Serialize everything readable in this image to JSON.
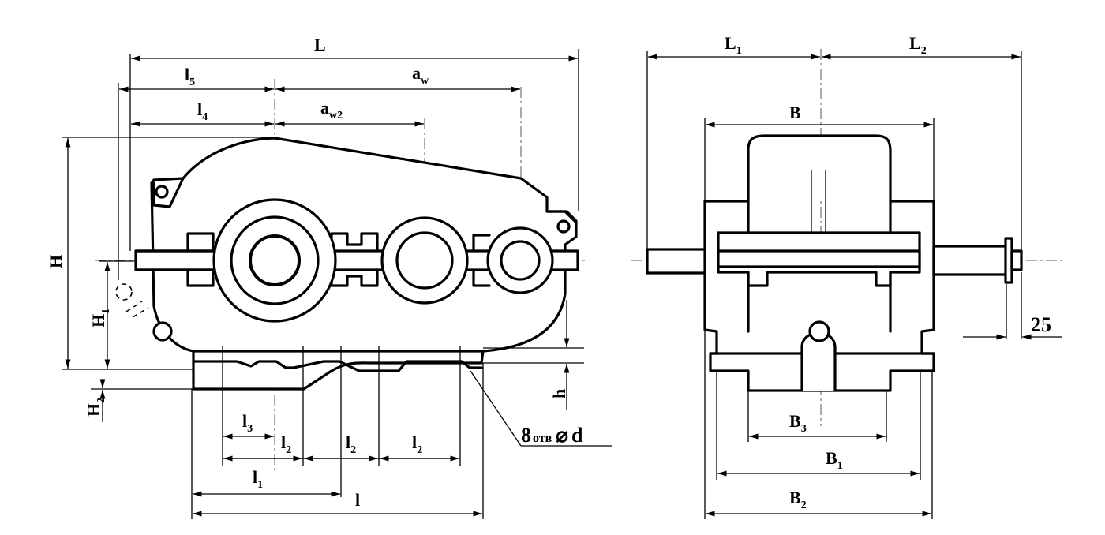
{
  "front_view": {
    "dims": {
      "L": {
        "base": "L",
        "sub": ""
      },
      "l5": {
        "base": "l",
        "sub": "5"
      },
      "aw": {
        "base": "a",
        "sub": "w"
      },
      "l4": {
        "base": "l",
        "sub": "4"
      },
      "aw2": {
        "base": "a",
        "sub": "w2"
      },
      "H": {
        "base": "H",
        "sub": ""
      },
      "H1": {
        "base": "H",
        "sub": "1"
      },
      "H2": {
        "base": "H",
        "sub": "2"
      },
      "h": {
        "base": "h",
        "sub": ""
      },
      "l3": {
        "base": "l",
        "sub": "3"
      },
      "l2a": {
        "base": "l",
        "sub": "2"
      },
      "l2b": {
        "base": "l",
        "sub": "2"
      },
      "l2c": {
        "base": "l",
        "sub": "2"
      },
      "l1": {
        "base": "l",
        "sub": "1"
      },
      "l": {
        "base": "l",
        "sub": ""
      }
    },
    "holes_note": {
      "count": "8",
      "word": "отв",
      "symbol": "⌀",
      "dim": "d"
    }
  },
  "side_view": {
    "dims": {
      "L1": {
        "base": "L",
        "sub": "1"
      },
      "L2": {
        "base": "L",
        "sub": "2"
      },
      "B": {
        "base": "B",
        "sub": ""
      },
      "B3": {
        "base": "B",
        "sub": "3"
      },
      "B1": {
        "base": "B",
        "sub": "1"
      },
      "B2": {
        "base": "B",
        "sub": "2"
      }
    },
    "shaft_dim": "25"
  }
}
